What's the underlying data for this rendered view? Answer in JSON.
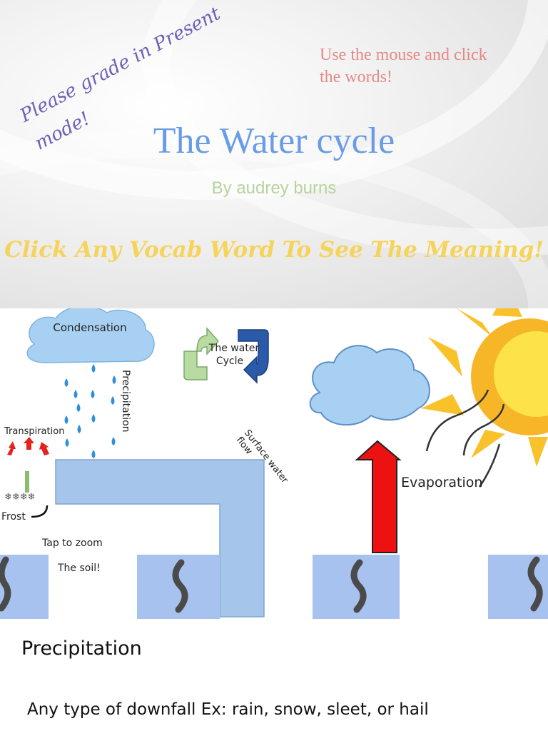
{
  "title_slide": {
    "present_note": "Please grade in Present\nmode!",
    "mouse_note": "Use the mouse and click the words!",
    "title": "The Water cycle",
    "byline": "By audrey burns",
    "click_vocab": "Click Any Vocab Word To See The Meaning!"
  },
  "diagram": {
    "condensation": "Condensation",
    "cycle_line1": "The water",
    "cycle_line2": "Cycle",
    "precipitation": "Precipitation",
    "transpiration": "Transpiration",
    "surface_line1": "Surface water",
    "surface_line2": "flow",
    "evaporation": "Evaporation",
    "frost": "Frost",
    "tap_to_zoom": "Tap to zoom",
    "soil": "The soil!",
    "snowflakes": "❄❄❄❄"
  },
  "text_slide": {
    "term": "Precipitation",
    "definition": "Any type of downfall Ex: rain, snow, sleet, or hail"
  },
  "colors": {
    "title_blue": "#6a9be6",
    "cloud_blue": "#a8d0f2",
    "drop_blue": "#2f8fde",
    "soil_blue": "#a7c2ef",
    "arrow_red": "#ee1111",
    "sun_yellow": "#f9c22b"
  }
}
